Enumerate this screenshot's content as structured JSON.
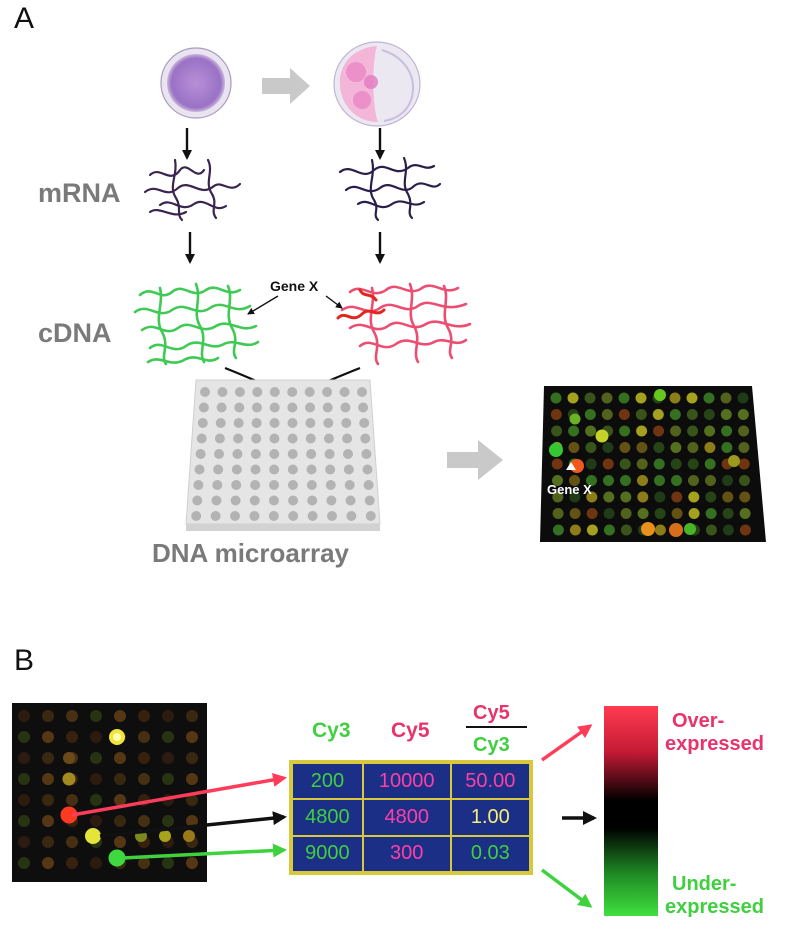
{
  "panel_a": {
    "letter": "A",
    "labels": {
      "mrna": "mRNA",
      "cdna": "cDNA",
      "microarray": "DNA microarray"
    },
    "gene_x_center": "Gene X",
    "gene_x_array": "Gene X"
  },
  "panel_b": {
    "letter": "B",
    "headers": {
      "cy3": "Cy3",
      "cy5": "Cy5",
      "ratio_num": "Cy5",
      "ratio_den": "Cy3"
    },
    "rows": [
      {
        "cy3": "200",
        "cy5": "10000",
        "ratio": "50.00"
      },
      {
        "cy3": "4800",
        "cy5": "4800",
        "ratio": "1.00"
      },
      {
        "cy3": "9000",
        "cy5": "300",
        "ratio": "0.03"
      }
    ],
    "over_line1": "Over-",
    "over_line2": "expressed",
    "under_line1": "Under-",
    "under_line2": "expressed"
  },
  "colors": {
    "green": "#3fcf3f",
    "magenta": "#ff3fa8",
    "yellow": "#f6ed7c",
    "table_bg": "#1c2f86",
    "red_arrow": "#ff3c5a",
    "green_arrow": "#3fd23f"
  }
}
